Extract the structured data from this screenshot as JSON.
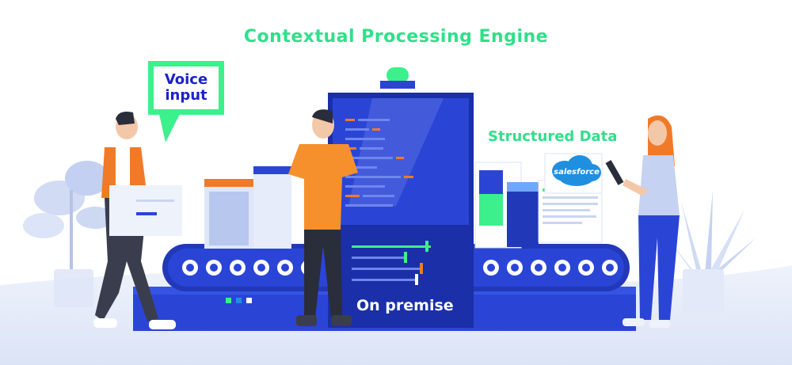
{
  "title": "Contextual Processing Engine",
  "bubble": {
    "line1": "Voice",
    "line2": "input"
  },
  "structured_label": "Structured Data",
  "machine_label": "On premise",
  "salesforce_label": "salesforce",
  "colors": {
    "accent_green": "#3cf08c",
    "brand_blue": "#2a45d6",
    "dark_blue": "#1a2fa8",
    "title_green": "#2fe08a",
    "bubble_text": "#1c22c8",
    "orange": "#f07a28",
    "shirt_orange": "#f6902c"
  }
}
